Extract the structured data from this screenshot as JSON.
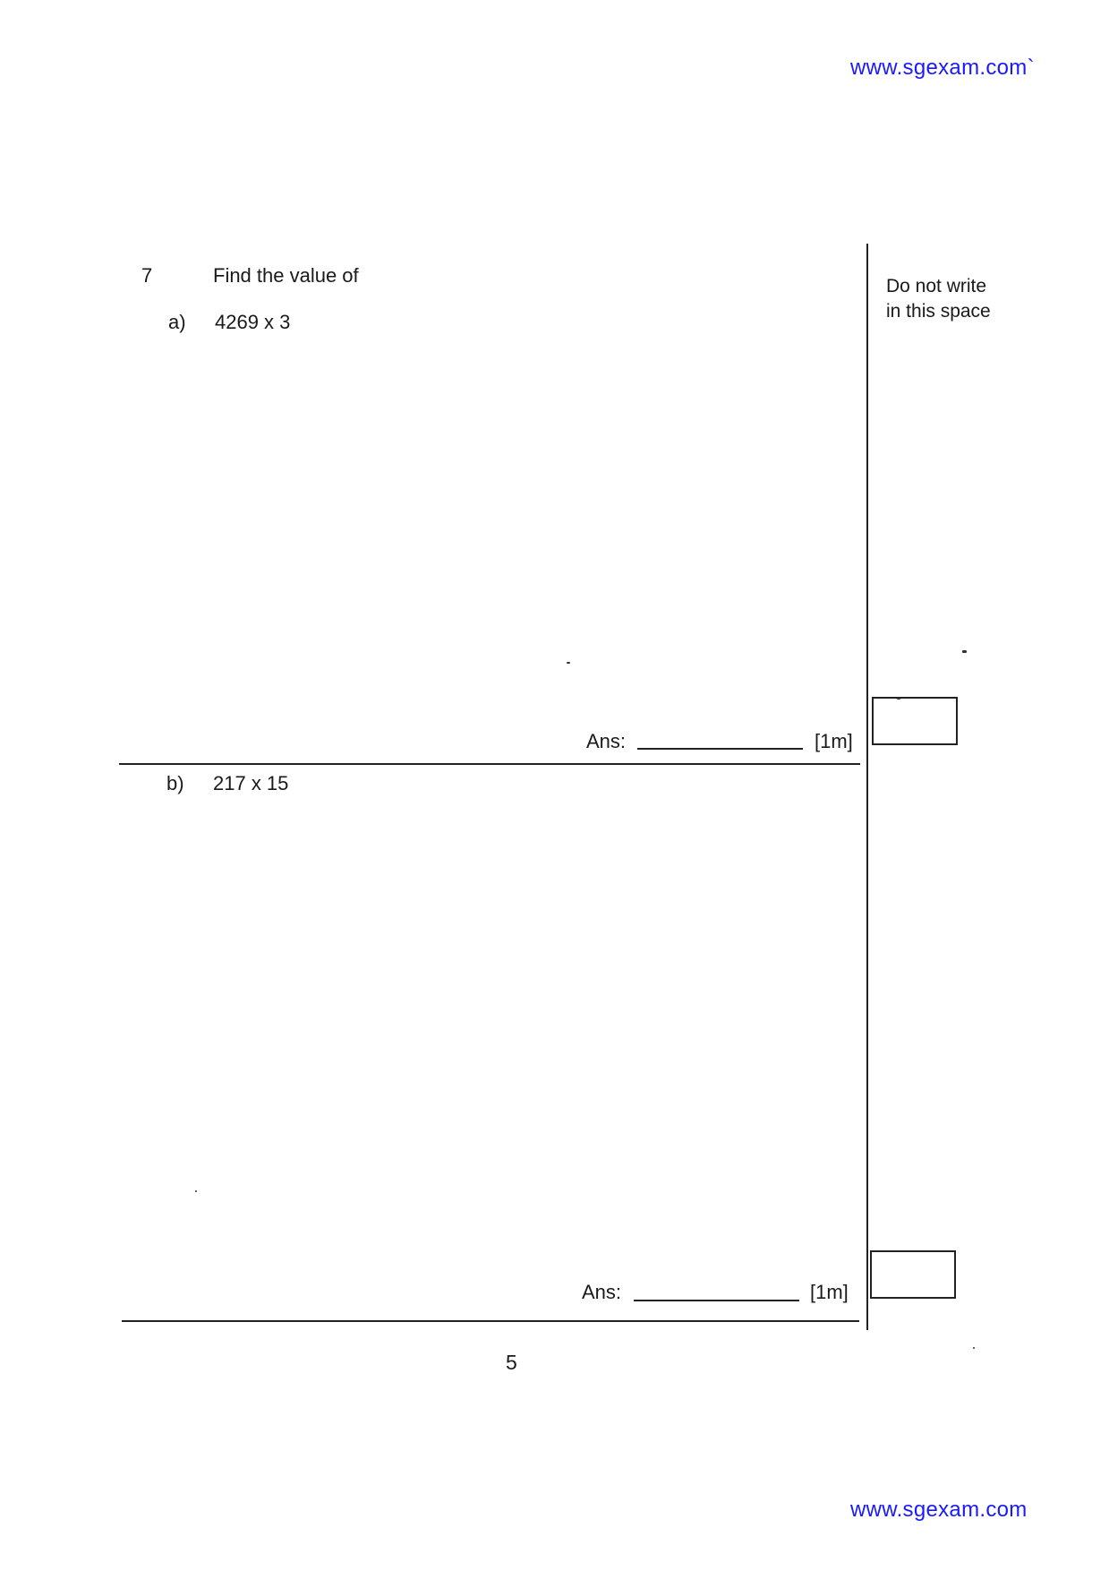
{
  "header": {
    "site_link": "www.sgexam.com`"
  },
  "question": {
    "number": "7",
    "prompt": "Find the value of",
    "parts": [
      {
        "label": "a)",
        "expression": "4269 x 3",
        "ans_label": "Ans:",
        "marks": "[1m]"
      },
      {
        "label": "b)",
        "expression": "217 x 15",
        "ans_label": "Ans:",
        "marks": "[1m]"
      }
    ]
  },
  "margin": {
    "note_line1": "Do not write",
    "note_line2": "in this space"
  },
  "footer": {
    "page_number": "5",
    "site_link": "www.sgexam.com"
  },
  "colors": {
    "link": "#1a1aff",
    "ink": "#1a1a1a"
  }
}
